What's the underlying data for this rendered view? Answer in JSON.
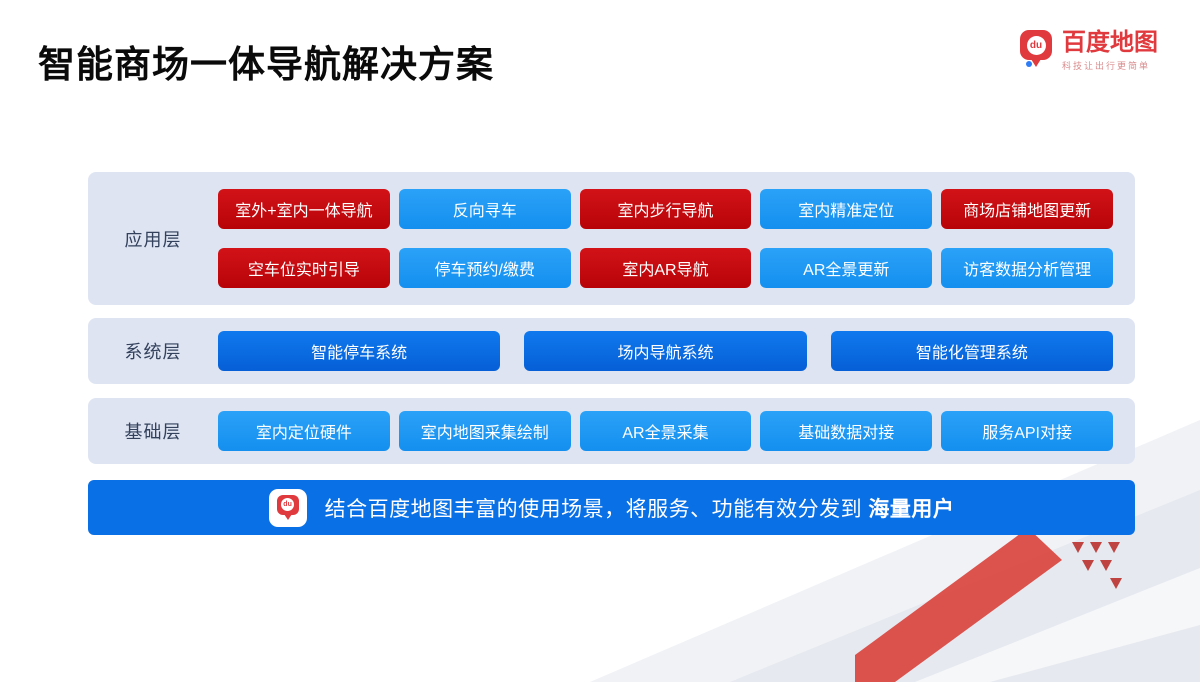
{
  "slide": {
    "title": "智能商场一体导航解决方案"
  },
  "logo": {
    "brand": "百度地图",
    "tagline": "科技让出行更简单",
    "pin_text": "du"
  },
  "layers": [
    {
      "label": "应用层",
      "rows": [
        [
          {
            "label": "室外+室内一体导航",
            "color": "red"
          },
          {
            "label": "反向寻车",
            "color": "blue"
          },
          {
            "label": "室内步行导航",
            "color": "red"
          },
          {
            "label": "室内精准定位",
            "color": "blue"
          },
          {
            "label": "商场店铺地图更新",
            "color": "red"
          }
        ],
        [
          {
            "label": "空车位实时引导",
            "color": "red"
          },
          {
            "label": "停车预约/缴费",
            "color": "blue"
          },
          {
            "label": "室内AR导航",
            "color": "red"
          },
          {
            "label": "AR全景更新",
            "color": "blue"
          },
          {
            "label": "访客数据分析管理",
            "color": "blue"
          }
        ]
      ]
    },
    {
      "label": "系统层",
      "rows": [
        [
          {
            "label": "智能停车系统",
            "color": "deep-blue"
          },
          {
            "label": "场内导航系统",
            "color": "deep-blue"
          },
          {
            "label": "智能化管理系统",
            "color": "deep-blue"
          }
        ]
      ]
    },
    {
      "label": "基础层",
      "rows": [
        [
          {
            "label": "室内定位硬件",
            "color": "blue"
          },
          {
            "label": "室内地图采集绘制",
            "color": "blue"
          },
          {
            "label": "AR全景采集",
            "color": "blue"
          },
          {
            "label": "基础数据对接",
            "color": "blue"
          },
          {
            "label": "服务API对接",
            "color": "blue"
          }
        ]
      ]
    }
  ],
  "banner": {
    "text": "结合百度地图丰富的使用场景，将服务、功能有效分发到",
    "highlight": "海量用户",
    "pin_text": "du"
  },
  "colors": {
    "red_button": "#C30D12",
    "blue_button": "#1E9AF5",
    "deep_blue_button": "#0A70E6",
    "panel_background": "#DEE4F2",
    "banner_background": "#0A70E6",
    "brand_red": "#E0393E"
  }
}
